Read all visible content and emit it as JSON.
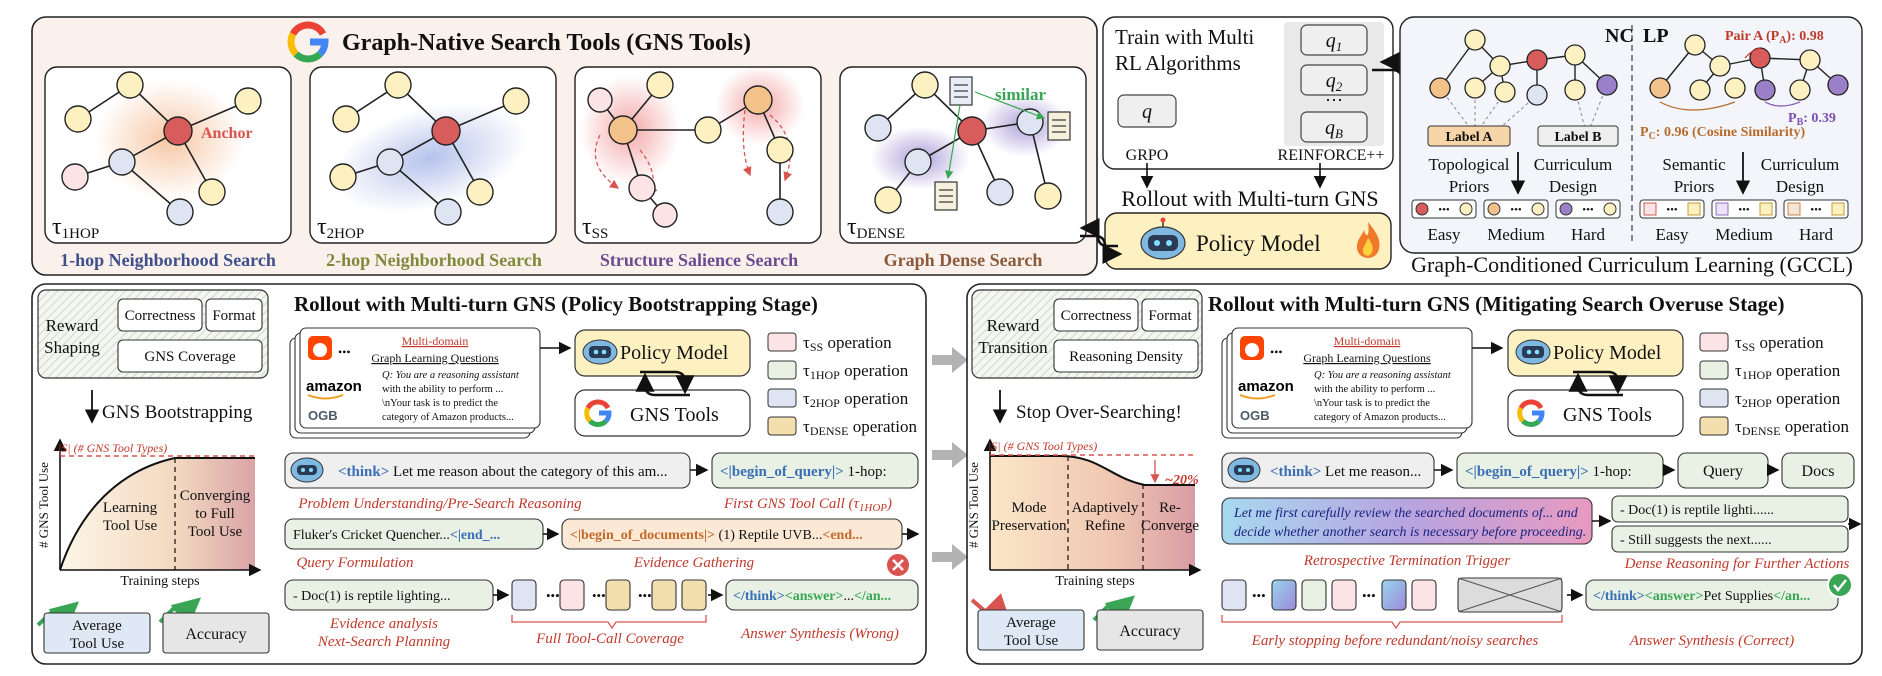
{
  "gns": {
    "title": "Graph-Native Search Tools (GNS Tools)",
    "anchor": "Anchor",
    "similar": "similar",
    "tau": "τ",
    "panels": [
      {
        "sub": "1HOP",
        "caption": "1-hop Neighborhood Search",
        "color": "#3e4f8c"
      },
      {
        "sub": "2HOP",
        "caption": "2-hop Neighborhood Search",
        "color": "#7d8a3c"
      },
      {
        "sub": "SS",
        "caption": "Structure Salience Search",
        "color": "#6b4b8f"
      },
      {
        "sub": "DENSE",
        "caption": "Graph Dense Search",
        "color": "#8a5a3c"
      }
    ]
  },
  "train": {
    "title1": "Train with Multi",
    "title2": "RL Algorithms",
    "q": "q",
    "q1": "q",
    "q1sub": "1",
    "q2": "q",
    "q2sub": "2",
    "qdots": "⋯",
    "qB": "q",
    "qBsub": "B",
    "grpo": "GRPO",
    "reinforce": "REINFORCE++",
    "rollout": "Rollout with Multi-turn GNS",
    "policy": "Policy Model"
  },
  "gccl": {
    "nc": "NC",
    "lp": "LP",
    "labelA": "Label A",
    "labelB": "Label B",
    "pairA": "Pair A (P",
    "pairAsub": "A",
    "pairAval": "): 0.98",
    "pB": "P",
    "pBsub": "B",
    "pBval": ": 0.39",
    "pC": "P",
    "pCsub": "C",
    "pCval": ": 0.96 (Cosine Similarity)",
    "topo1": "Topological",
    "topo2": "Priors",
    "cur1": "Curriculum",
    "cur2": "Design",
    "sem1": "Semantic",
    "sem2": "Priors",
    "cur3": "Curriculum",
    "cur4": "Design",
    "easy": "Easy",
    "medium": "Medium",
    "hard": "Hard",
    "easy2": "Easy",
    "medium2": "Medium",
    "hard2": "Hard",
    "caption": "Graph-Conditioned Curriculum Learning (GCCL)"
  },
  "left": {
    "title": "Rollout with Multi-turn GNS (Policy Bootstrapping Stage)",
    "reward1": "Reward",
    "reward2": "Shaping",
    "correctness": "Correctness",
    "format": "Format",
    "coverage": "GNS Coverage",
    "bootstrap": "GNS Bootstrapping",
    "s_label": "|S| (# GNS Tool Types)",
    "yaxis": "# GNS Tool Use",
    "xaxis": "Training steps",
    "learning1": "Learning",
    "learning2": "Tool Use",
    "conv1": "Converging",
    "conv2": "to Full",
    "conv3": "Tool Use",
    "avg1": "Average",
    "avg2": "Tool Use",
    "accuracy": "Accuracy",
    "multidomain": "Multi-domain",
    "glq": "Graph Learning Questions",
    "dots": "•••",
    "amazon": "amazon",
    "ogb": "OGB",
    "q_l1": "Q: You are a reasoning assistant",
    "q_l2": "with the ability to perform ...",
    "q_l3": "\\nYour task is to predict the",
    "q_l4": "category of Amazon products...",
    "policy": "Policy Model",
    "tools": "GNS Tools",
    "ops": [
      {
        "sub": "SS",
        "text": " operation",
        "color": "#fbe3e6"
      },
      {
        "sub": "1HOP",
        "text": " operation",
        "color": "#e8f1e4"
      },
      {
        "sub": "2HOP",
        "text": " operation",
        "color": "#dfe4f2"
      },
      {
        "sub": "DENSE",
        "text": " operation",
        "color": "#f3dfae"
      }
    ],
    "think": "<think>",
    "think_text": " Let me reason about the category of this am...",
    "boq": "<|begin_of_query|>",
    "boq_text": " 1-hop:",
    "lbl_problem": "Problem Understanding/Pre-Search Reasoning",
    "lbl_first": "First GNS Tool Call (τ",
    "lbl_first_sub": "1HOP",
    "lbl_first_end": ")",
    "fluker": "Fluker's Cricket Quencher...",
    "eoq": "<|end_...",
    "bod": "<|begin_of_documents|>",
    "bod_text": " (1) Reptile UVB...",
    "eod": "<end...",
    "lbl_query": "Query Formulation",
    "lbl_evidence": "Evidence Gathering",
    "doc": "- Doc(1) is reptile lighting...",
    "ans_open": "</think>",
    "answer_tag": "<answer>",
    "ans_dots": "...",
    "ans_close": "</an...",
    "lbl_ev1": "Evidence analysis",
    "lbl_ev2": "Next-Search Planning",
    "lbl_full": "Full Tool-Call Coverage",
    "lbl_wrong": "Answer Synthesis (Wrong)"
  },
  "right": {
    "title": "Rollout with Multi-turn GNS (Mitigating Search Overuse Stage)",
    "reward1": "Reward",
    "reward2": "Transition",
    "correctness": "Correctness",
    "format": "Format",
    "density": "Reasoning Density",
    "stop": "Stop Over-Searching!",
    "s_label": "|S| (# GNS Tool Types)",
    "yaxis": "# GNS Tool Use",
    "xaxis": "Training steps",
    "mode1": "Mode",
    "mode2": "Preservation",
    "adapt1": "Adaptively",
    "adapt2": "Refine",
    "re1": "Re-",
    "re2": "Converge",
    "pct": "~20%",
    "avg1": "Average",
    "avg2": "Tool Use",
    "accuracy": "Accuracy",
    "multidomain": "Multi-domain",
    "glq": "Graph Learning Questions",
    "dots": "•••",
    "amazon": "amazon",
    "ogb": "OGB",
    "q_l1": "Q: You are a reasoning assistant",
    "q_l2": "with the ability to perform ...",
    "q_l3": "\\nYour task is to predict the",
    "q_l4": "category of Amazon products...",
    "policy": "Policy Model",
    "tools": "GNS Tools",
    "ops": [
      {
        "sub": "SS",
        "text": " operation",
        "color": "#fbe3e6"
      },
      {
        "sub": "1HOP",
        "text": " operation",
        "color": "#e8f1e4"
      },
      {
        "sub": "2HOP",
        "text": " operation",
        "color": "#dfe4f2"
      },
      {
        "sub": "DENSE",
        "text": " operation",
        "color": "#f3dfae"
      }
    ],
    "think": "<think>",
    "think_text": " Let me reason...",
    "boq": "<|begin_of_query|>",
    "boq_text": " 1-hop:",
    "query": "Query",
    "docs": "Docs",
    "review1": "Let me first carefully review the searched documents of... and",
    "review2": "decide whether another search is necessary before proceeding.",
    "doc1": "- Doc(1) is reptile lighti......",
    "doc2": "- Still suggests the next......",
    "lbl_retro": "Retrospective Termination Trigger",
    "lbl_dense": "Dense Reasoning for Further Actions",
    "ans_open": "</think>",
    "answer_tag": "<answer>",
    "ans_text": "Pet Supplies",
    "ans_close": "</an...",
    "lbl_early": "Early stopping before redundant/noisy searches",
    "lbl_correct": "Answer Synthesis (Correct)"
  }
}
